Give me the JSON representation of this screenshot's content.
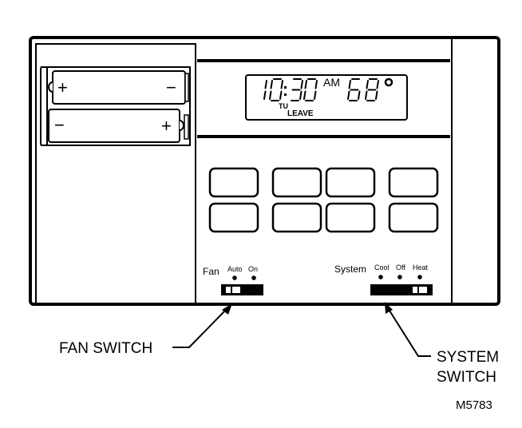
{
  "display": {
    "time": "10:30",
    "meridiem": "AM",
    "temperature": "68",
    "degree_symbol": "°",
    "day": "TU",
    "period": "LEAVE"
  },
  "batteries": [
    {
      "left_terminal": "+",
      "right_terminal": "−"
    },
    {
      "left_terminal": "−",
      "right_terminal": "+"
    }
  ],
  "keypad": {
    "rows": 2,
    "columns": 4
  },
  "fan_switch": {
    "label": "Fan",
    "options": [
      "Auto",
      "On"
    ],
    "selected": "Auto"
  },
  "system_switch": {
    "label": "System",
    "options": [
      "Cool",
      "Off",
      "Heat"
    ],
    "selected": "Heat"
  },
  "callouts": {
    "fan_switch": "FAN SWITCH",
    "system_switch_line1": "SYSTEM",
    "system_switch_line2": "SWITCH"
  },
  "figure_id": "M5783"
}
